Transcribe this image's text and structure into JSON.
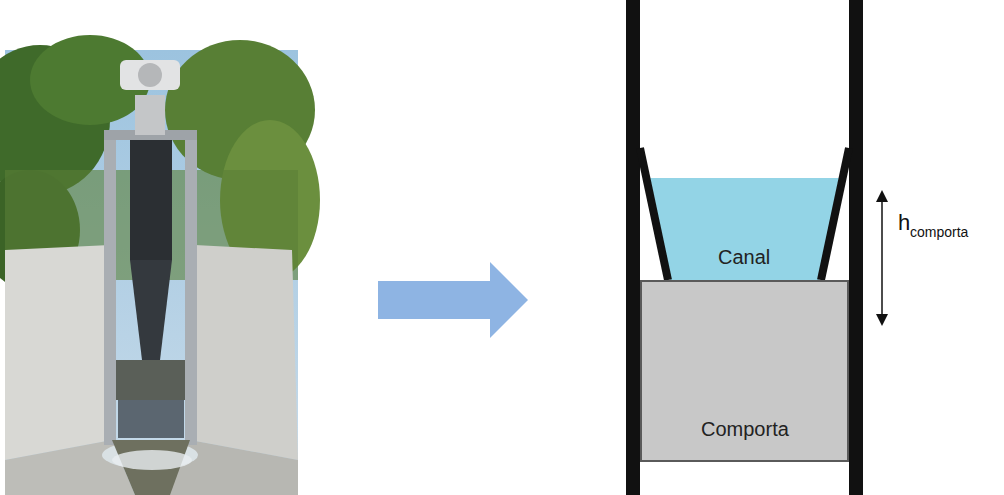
{
  "diagram": {
    "nodes": [
      {
        "text": [
          "Canal"
        ]
      },
      {
        "text": [
          "Comporta"
        ]
      }
    ],
    "labels": [
      "h",
      "comporta"
    ]
  }
}
